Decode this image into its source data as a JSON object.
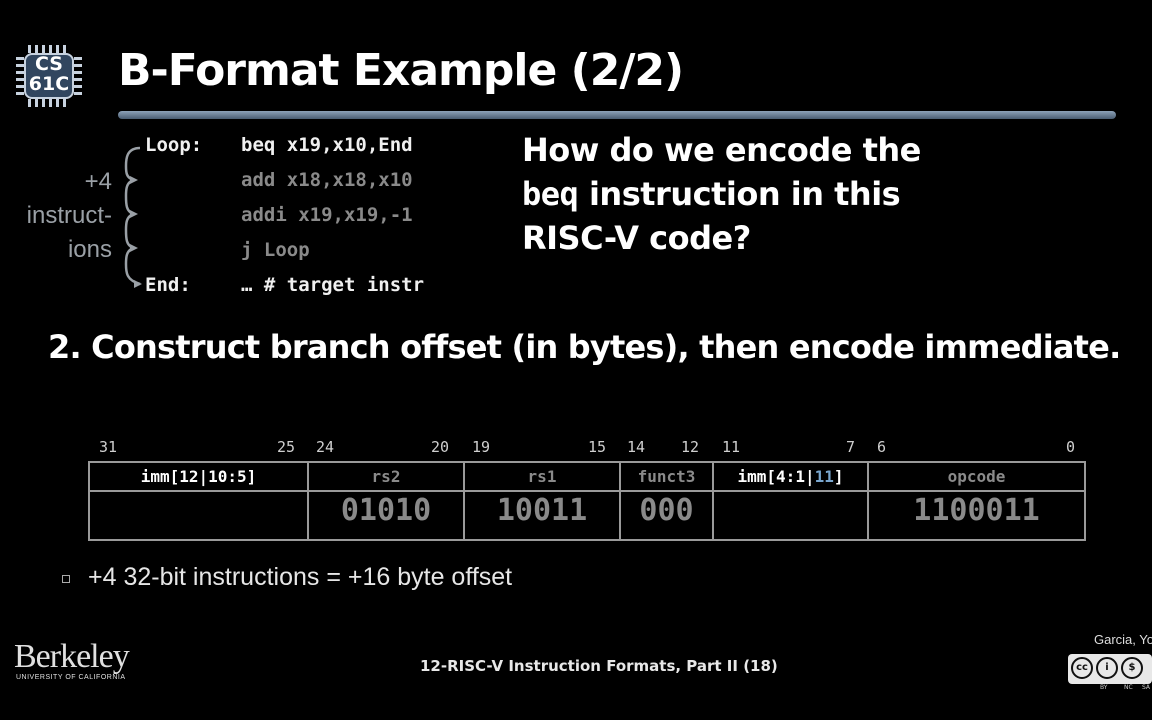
{
  "logo": {
    "line1": "CS",
    "line2": "61C"
  },
  "title": "B-Format Example (2/2)",
  "code": [
    {
      "label": "Loop:",
      "instr": "beq x19,x10,End",
      "dim": false
    },
    {
      "label": "",
      "instr": "add x18,x18,x10",
      "dim": true
    },
    {
      "label": "",
      "instr": "addi x19,x19,-1",
      "dim": true
    },
    {
      "label": "",
      "instr": "j Loop",
      "dim": true
    },
    {
      "label": "End:",
      "instr": "… # target instr",
      "dim": false
    }
  ],
  "brace_labels": [
    "+4",
    "instruct-",
    "ions"
  ],
  "question": {
    "line1": "How do we encode the",
    "beq": "beq",
    "line2_rest": " instruction in this",
    "line3": "RISC-V code?"
  },
  "step": "2. Construct branch offset (in bytes), then encode immediate.",
  "bit_numbers": [
    "31",
    "25",
    "24",
    "20",
    "19",
    "15",
    "14",
    "12",
    "11",
    "7",
    "6",
    "0"
  ],
  "fields": [
    {
      "header": "imm[12|10:5]",
      "value": ""
    },
    {
      "header": "rs2",
      "value": "01010"
    },
    {
      "header": "rs1",
      "value": "10011"
    },
    {
      "header": "funct3",
      "value": "000"
    },
    {
      "header_a": "imm[4:1|",
      "header_b": "11",
      "header_c": "]",
      "value": ""
    },
    {
      "header": "opcode",
      "value": "1100011"
    }
  ],
  "bullet": "+4 32-bit instructions = +16 byte offset",
  "footer": "12-RISC-V Instruction Formats, Part II (18)",
  "berkeley": {
    "name": "Berkeley",
    "sub": "UNIVERSITY OF CALIFORNIA"
  },
  "credit": "Garcia, Yo",
  "license": {
    "by": "BY",
    "nc": "NC",
    "sa": "SA"
  }
}
